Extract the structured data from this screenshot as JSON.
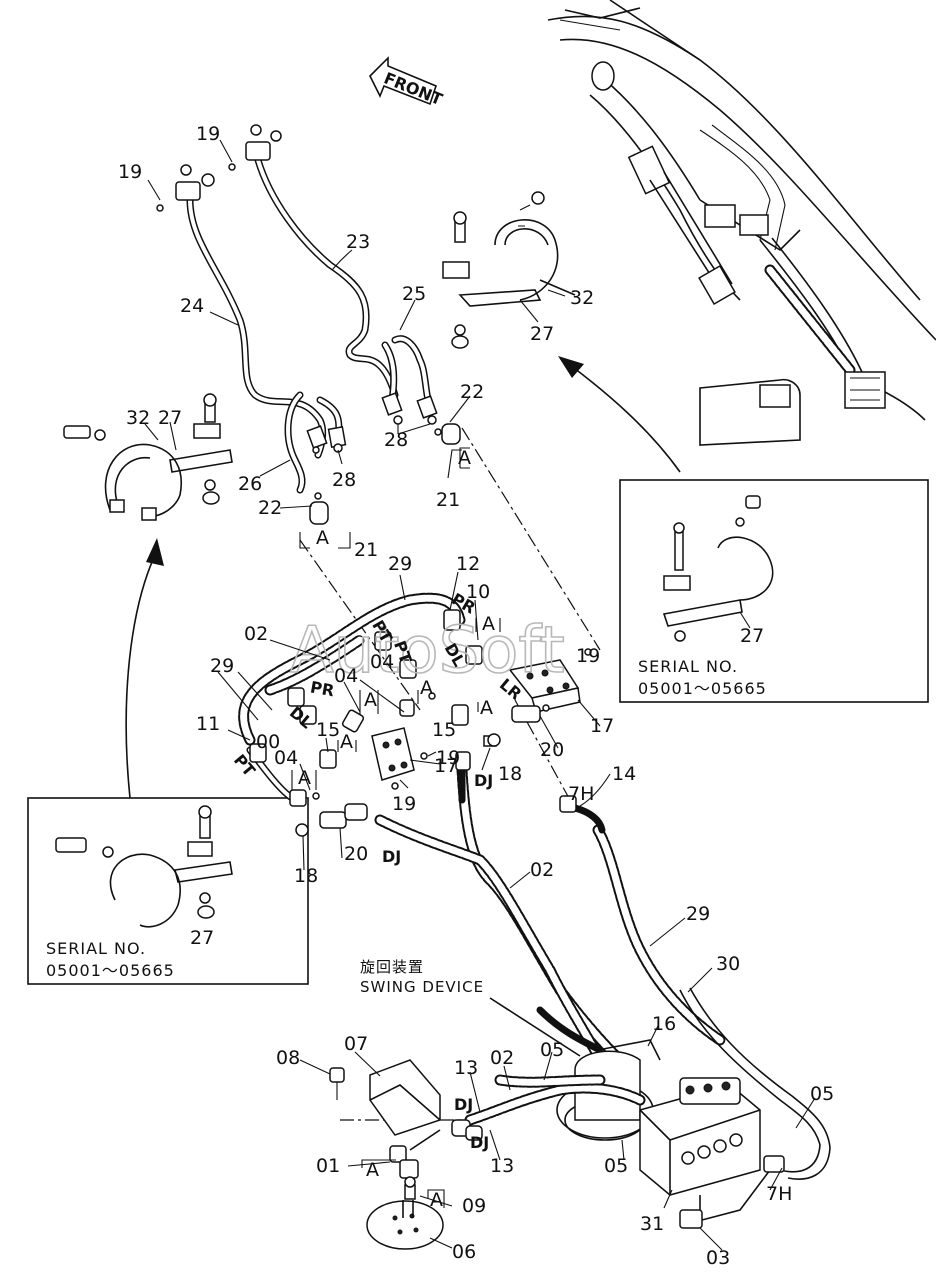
{
  "front_label": "FRONT",
  "watermark": "AutoSoft",
  "swing_device": {
    "jp": "旋回装置",
    "en": "SWING DEVICE"
  },
  "inset_right": {
    "serial_label": "SERIAL  NO.",
    "serial_range": "05001～05665",
    "callout": "27"
  },
  "inset_left": {
    "serial_label": "SERIAL  NO.",
    "serial_range": "05001～05665",
    "callout": "27"
  },
  "part_callouts": {
    "c19a": "19",
    "c19b": "19",
    "c23": "23",
    "c24": "24",
    "c25": "25",
    "c32a": "32",
    "c27a": "27",
    "c32b": "32",
    "c27b": "27",
    "c26": "26",
    "c28a": "28",
    "c28b": "28",
    "c22a": "22",
    "c22b": "22",
    "c21a": "21",
    "c21b": "21",
    "c29a": "29",
    "c12": "12",
    "c10": "10",
    "c02a": "02",
    "c29b": "29",
    "c04a": "04",
    "c04b": "04",
    "c04c": "04",
    "c15a": "15",
    "c15b": "15",
    "c11": "11",
    "c00": "00",
    "c19c": "19",
    "c19d": "19",
    "c19e": "19",
    "c17a": "17",
    "c17b": "17",
    "c20a": "20",
    "c20b": "20",
    "c18a": "18",
    "c18b": "18",
    "c14": "14",
    "c7ha": "7H",
    "c7hb": "7H",
    "c02b": "02",
    "c29c": "29",
    "c30": "30",
    "c16": "16",
    "c05a": "05",
    "c05b": "05",
    "c05c": "05",
    "c08": "08",
    "c07": "07",
    "c13a": "13",
    "c13b": "13",
    "c02c": "02",
    "c01": "01",
    "c09": "09",
    "c06": "06",
    "c31": "31",
    "c03": "03"
  },
  "port_labels": {
    "pr1": "PR",
    "dl1": "DL",
    "pt1": "PT",
    "pr2": "PR",
    "dl2": "DL",
    "pt2": "PT",
    "pt3": "PT",
    "lr": "LR",
    "dj1": "DJ",
    "dj2": "DJ",
    "dj3": "DJ",
    "dj4": "DJ"
  },
  "section_marks": [
    "A",
    "A",
    "A",
    "A",
    "A",
    "A",
    "A",
    "A",
    "A",
    "A"
  ]
}
